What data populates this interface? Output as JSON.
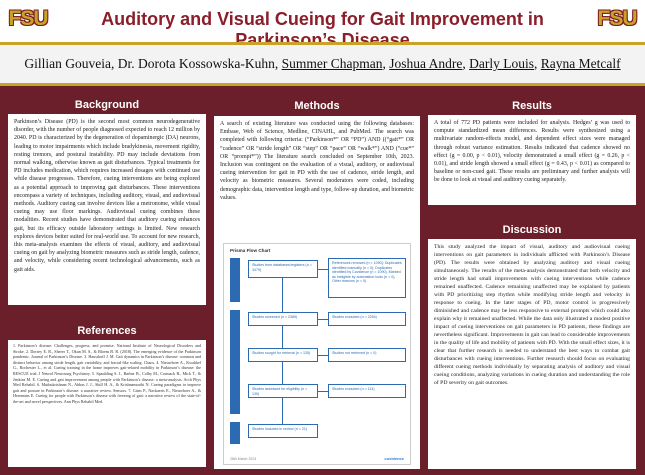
{
  "header": {
    "logo_text": "FSU",
    "title": "Auditory and Visual Cueing for Gait Improvement in Parkinson’s Disease"
  },
  "authors": {
    "plain": [
      "Gillian Gouveia",
      "Dr. Dorota Kossowska-Kuhn"
    ],
    "underlined": [
      "Summer Chapman",
      "Joshua Andre",
      "Darly Louis",
      "Rayna Metcalf"
    ],
    "separator": ", "
  },
  "background": {
    "heading": "Background",
    "text": "Parkinson’s Disease (PD) is the second most common neurodegenerative disorder, with the number of people diagnosed expected to reach 12 million by 2040. PD is characterized by the degeneration of dopaminergic (DA) neurons, leading to motor impairments which include bradykinesia, movement rigidity, resting tremors, and postural instability. PD may include deviations from normal walking, otherwise known as gait disturbances. Typical treatments for PD includes medication, which requires increased dosages with continued use while disease progresses. Therefore, cueing interventions are being explored as a potential approach to improving gait disturbances. These interventions encompass a variety of techniques, including auditory, visual, and audiovisual methods. Auditory cueing can involve devices like a metronome, while visual cueing may use floor markings. Audiovisual cueing combines these modalities. Recent studies have demonstrated that auditory cueing enhances gait, but its efficacy outside laboratory settings is limited. New research explores devices better suited for real-world use. To account for new research, this meta-analysis examines the effects of visual, auditory, and audiovisual cueing on gait by analyzing biometric measures such as stride length, cadence, and velocity, while considering recent technological advancements, such as gait aids."
  },
  "references": {
    "heading": "References",
    "text": "1. Parkinson’s disease: Challenges, progress, and promise. National Institute of Neurological Disorders and Stroke. 2. Dorsey E. R., Sherer T., Okun M. S., & Bloem B. R. (2018). The emerging evidence of the Parkinson pandemic. Journal of Parkinson’s Disease. 3. Hausdorff J. M. Gait dynamics in Parkinson’s disease: common and distinct behavior among stride length, gait variability, and fractal-like scaling. Chaos. 4. Nieuwboer A., Kwakkel G., Rochester L., et al. Cueing training in the home improves gait-related mobility in Parkinson’s disease: the RESCUE trial. J Neurol Neurosurg Psychiatry. 5. Spaulding S. J., Barber B., Colby M., Cormack B., Mick T., & Jenkins M. E. Cueing and gait improvement among people with Parkinson’s disease: a meta-analysis. Arch Phys Med Rehabil. 6. Muthukrishnan N., Abbas J. J., Shill H. A., & Krishnamurthi N. Cueing paradigms to improve gait and posture in Parkinson’s disease: a narrative review. Sensors. 7. Ginis P., Nackaerts E., Nieuwboer A., & Heremans E. Cueing for people with Parkinson’s disease with freezing of gait: a narrative review of the state-of-the-art and novel perspectives. Ann Phys Rehabil Med."
  },
  "methods": {
    "heading": "Methods",
    "text": "A search of existing literature was conducted using the following databases: Embase, Web of Science, Medline, CINAHL, and PubMed. The search was completed with following criteria: (“Parkinson*” OR “PD”) AND ((“gait*” OR “cadence” OR “stride length” OR “step” OR “pace” OR “walk*”) AND (“cue*” OR “prompt*”)) The literature search concluded on September 10th, 2023. Inclusion was contingent on the evaluation of a visual, auditory, or audiovisual cueing intervention for gait in PD with the use of cadence, stride length, and velocity as biometric measures. Several moderators were coded, including demographic data, intervention length and type, follow-up duration, and biometric values.",
    "prisma": {
      "title": "Prisma Flow Chart",
      "stages": [
        "Identification",
        "Screening",
        "Included"
      ],
      "boxes": [
        "Studies from databases/registers (n = 3479)",
        "References removed (n = 1090): Duplicates identified manually (n = 0), Duplicates identified by Covidence (n = 1090), Marked as ineligible by automation tools (n = 0), Other reasons (n = 0)",
        "Studies screened (n = 2389)",
        "Studies excluded (n = 2254)",
        "Studies sought for retrieval (n = 135)",
        "Studies not retrieved (n = 0)",
        "Studies assessed for eligibility (n = 135)",
        "Studies excluded (n = 114)",
        "Studies included in review (n = 21)"
      ],
      "footer": "28th March 2024",
      "brand": "covidence"
    }
  },
  "results": {
    "heading": "Results",
    "text": "A total of 772 PD patients were included for analysis. Hedges’ g was used to compute standardized mean differences. Results were synthesized using a multivariate random-effects model, and dependent effect sizes were managed through robust variance estimation. Results indicated that cadence showed no effect (g = 0.00, p < 0.01), velocity demonstrated a small effect (g = 0.26, p < 0.01), and stride length showed a small effect (g = 0.43, p < 0.01) as compared to baseline or non-cued gait. These results are preliminary and further analysis will be done to look at visual and auditory cueing separately."
  },
  "discussion": {
    "heading": "Discussion",
    "text": "This study analyzed the impact of visual, auditory and audiovisual cueing interventions on gait parameters in individuals afflicted with Parkinson’s Disease (PD). The results were obtained by analyzing auditory and visual cueing simultaneously. The results of the meta-analysis demonstrated that both velocity and stride length had small improvements with cueing interventions while cadence remained unaffected. Cadence remaining unaffected may be explained by patients with PD prioritizing step rhythm while modifying stride length and velocity in response to cueing. In the later stages of PD, motor control is progressively diminished and cadence may be less responsive to external prompts which could also explain why it remained unaffected. While the data only illustrated a modest positive impact of cueing interventions on gait parameters in PD patients, these findings are nevertheless significant. Improvements in gait can lead to considerable improvements in the quality of life and mobility of patients with PD. With the small effect sizes, it is clear that further research is needed to understand the best ways to combat gait disturbances with cueing interventions. Further research should focus on evaluating different cueing methods individually by separating analysis of auditory and visual cueing conditions, analyzing variations in cueing duration and understanding the role of PD severity on gait outcomes."
  },
  "colors": {
    "maroon": "#6b1f2a",
    "gold": "#c9a227",
    "prisma_blue": "#2c6bb3"
  }
}
